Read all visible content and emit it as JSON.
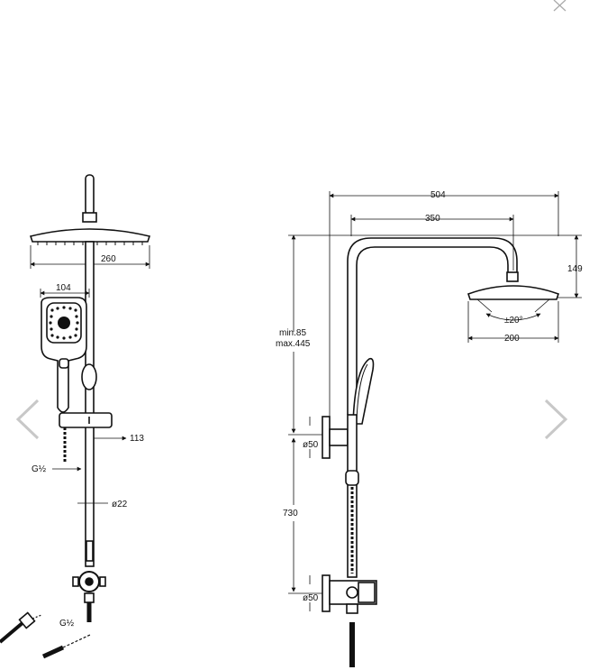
{
  "overlay": {
    "close_icon": "close-icon",
    "prev_icon": "chevron-left-icon",
    "next_icon": "chevron-right-icon"
  },
  "front_view": {
    "head_diameter": "260",
    "hand_shower_width": "104",
    "bar_offset": "113",
    "thread_top": "G½",
    "bar_diameter": "ø22",
    "thread_bottom": "G½"
  },
  "side_view": {
    "total_reach": "504",
    "arm_reach": "350",
    "head_height": "149",
    "head_width": "200",
    "tilt_angle": "±20°",
    "height_range_min": "min.85",
    "height_range_max": "max.445",
    "wall_bracket_top": "ø50",
    "column_height": "730",
    "wall_bracket_bottom": "ø50"
  }
}
